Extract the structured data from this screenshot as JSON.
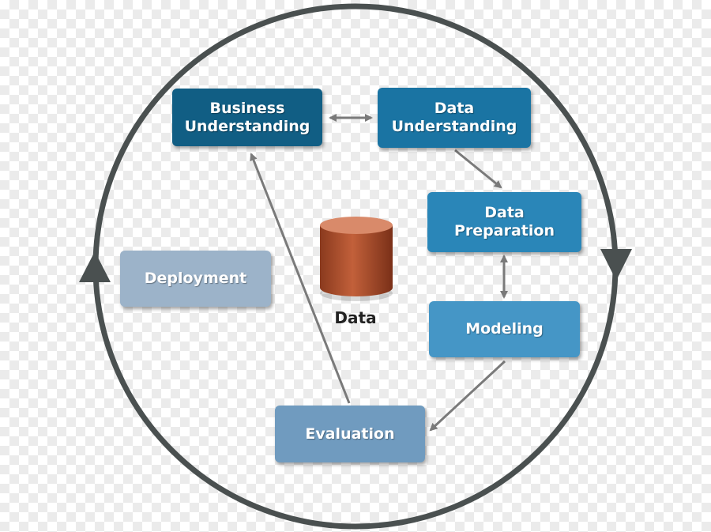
{
  "diagram": {
    "steps": {
      "business_understanding": "Business\nUnderstanding",
      "data_understanding": "Data\nUnderstanding",
      "data_preparation": "Data\nPreparation",
      "modeling": "Modeling",
      "evaluation": "Evaluation",
      "deployment": "Deployment"
    },
    "center_label": "Data"
  },
  "colors": {
    "cycle_ring": "#4a5050",
    "arrows": "#7a7a7a",
    "business_understanding": "#115e84",
    "data_understanding": "#1a74a3",
    "data_preparation": "#2a86b8",
    "modeling": "#4596c6",
    "evaluation": "#709bbf",
    "deployment": "#9cb3c9",
    "data_cylinder": "#b5502b"
  }
}
